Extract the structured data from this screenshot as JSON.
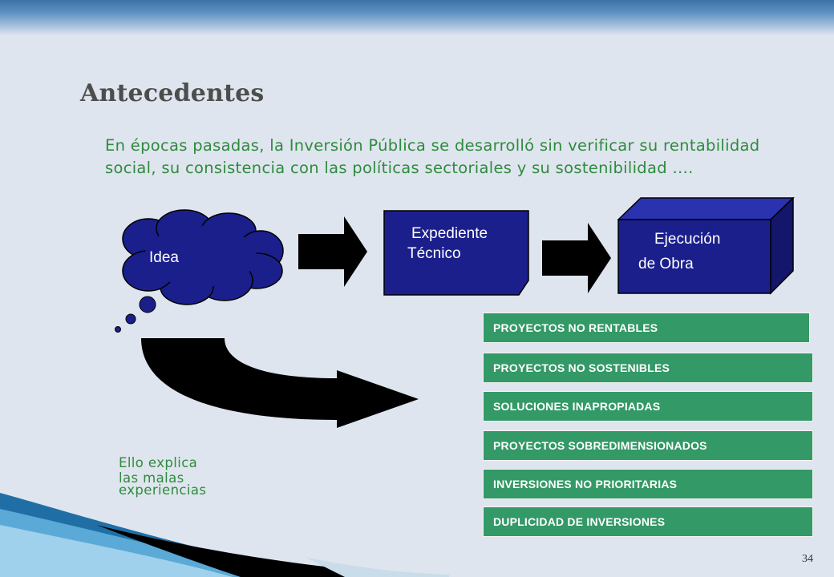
{
  "slide": {
    "title": "Antecedentes",
    "intro": "En épocas pasadas, la Inversión Pública se desarrolló sin verificar su rentabilidad social, su consistencia con las políticas sectoriales y su sostenibilidad ….",
    "page_number": "34"
  },
  "flow": {
    "idea": "Idea",
    "expediente_line1": "Expediente",
    "expediente_line2": "Técnico",
    "ejecucion_line1": "Ejecución",
    "ejecucion_line2": "de Obra"
  },
  "outcomes": [
    "PROYECTOS NO RENTABLES",
    "PROYECTOS NO SOSTENIBLES",
    "SOLUCIONES INAPROPIADAS",
    "PROYECTOS SOBREDIMENSIONADOS",
    "INVERSIONES NO PRIORITARIAS",
    "DUPLICIDAD DE INVERSIONES"
  ],
  "explanation": {
    "line1": "Ello explica",
    "line2": "las malas",
    "line3": "experiencias"
  },
  "colors": {
    "navy": "#1b1f8c",
    "green_box": "#339966",
    "green_text": "#2e8b3d"
  }
}
